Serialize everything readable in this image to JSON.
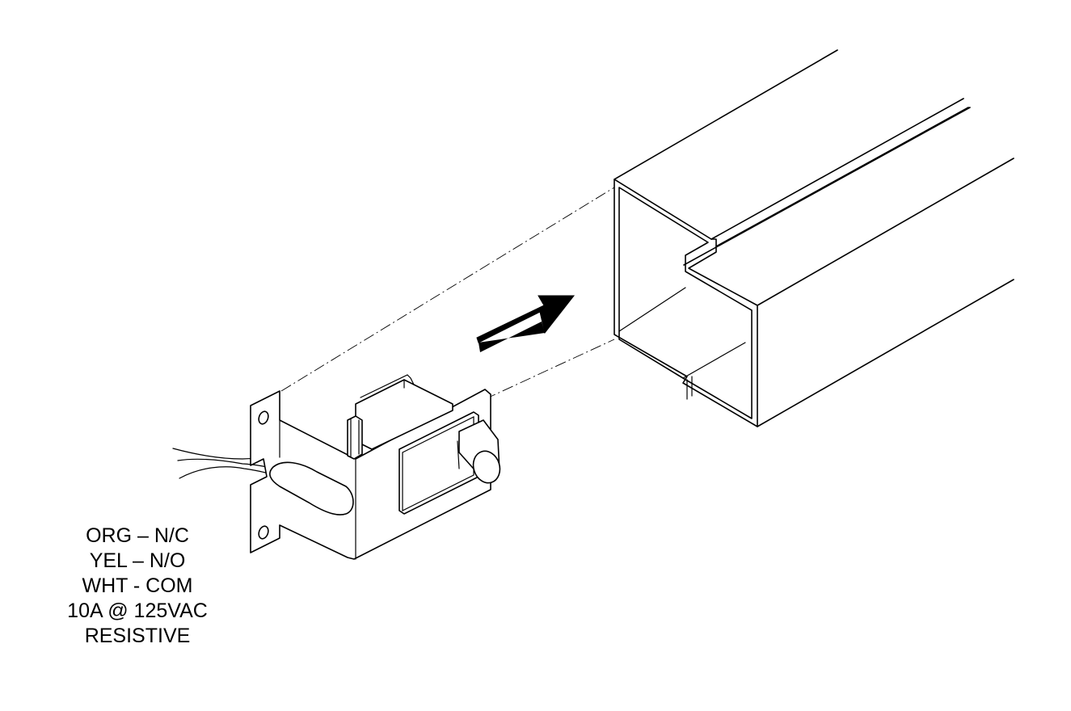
{
  "wiring_label": {
    "lines": [
      "ORG – N/C",
      "YEL – N/O",
      "WHT - COM",
      "10A @ 125VAC",
      "RESISTIVE"
    ]
  },
  "colors": {
    "line": "#000000",
    "background": "#ffffff"
  }
}
